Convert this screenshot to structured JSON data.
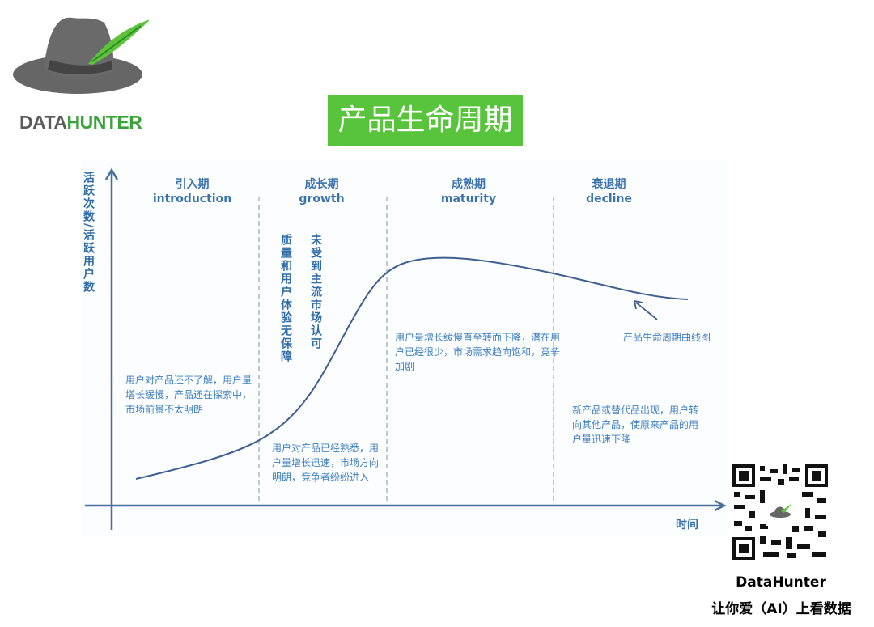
{
  "logo": {
    "text_a": "DATA",
    "text_b": "HUNTER"
  },
  "title": "产品生命周期",
  "diagram": {
    "y_axis_label": "活跃次数/活跃用户数",
    "x_axis_label": "时间",
    "stages": [
      {
        "cn": "引入期",
        "en": "introduction"
      },
      {
        "cn": "成长期",
        "en": "growth"
      },
      {
        "cn": "成熟期",
        "en": "maturity"
      },
      {
        "cn": "衰退期",
        "en": "decline"
      }
    ],
    "growth_vertical_1": "质量和用户体验无保障",
    "growth_vertical_2": "未受到主流市场认可",
    "notes": {
      "introduction": "用户对产品还不了解，用户量增长缓慢，产品还在探索中，市场前景不太明朗",
      "growth": "用户对产品已经熟悉，用户量增长迅速，市场方向明朗，竞争者纷纷进入",
      "maturity": "用户量增长缓慢直至转而下降，潜在用户已经很少，市场需求趋向饱和，竞争加剧",
      "decline": "新产品或替代品出现，用户转向其他产品，使原来产品的用户量迅速下降"
    },
    "curve_label": "产品生命周期曲线图"
  },
  "footer": {
    "brand": "DataHunter",
    "slogan": "让你爱（AI）上看数据"
  },
  "colors": {
    "green": "#58c43c",
    "blue": "#3576b3",
    "logo_gray": "#5a5a5a",
    "logo_green": "#3aa33a"
  }
}
